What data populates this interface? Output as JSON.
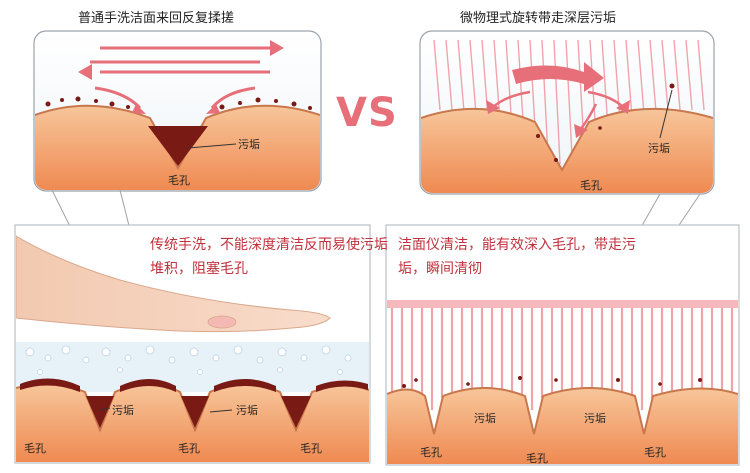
{
  "titles": {
    "left": "普通手洗洁面来回反复揉搓",
    "right": "微物理式旋转带走深层污垢"
  },
  "vs_label": "VS",
  "descriptions": {
    "left": "传统手洗，不能深度清洁反而易使污垢堆积，阻塞毛孔",
    "right": "洁面仪清洁，能有效深入毛孔，带走污垢，瞬间清彻"
  },
  "labels": {
    "dirt": "污垢",
    "pore": "毛孔"
  },
  "colors": {
    "accent": "#e76f79",
    "skin": "#f2a06b",
    "dirt": "#7a1a14",
    "text_red": "#c0323c"
  }
}
